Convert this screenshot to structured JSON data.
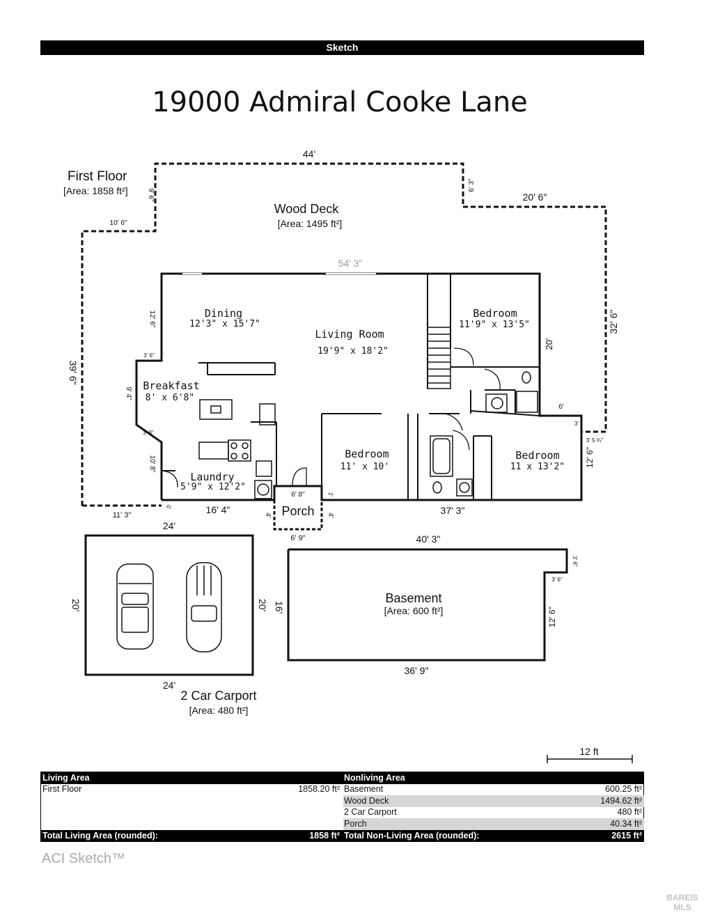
{
  "header": {
    "label": "Sketch"
  },
  "title": "19000 Admiral Cooke Lane",
  "plan": {
    "first_floor": {
      "name": "First Floor",
      "area": "[Area: 1858 ft²]"
    },
    "wood_deck": {
      "name": "Wood Deck",
      "area": "[Area: 1495 ft²]"
    },
    "basement": {
      "name": "Basement",
      "area": "[Area: 600 ft²]"
    },
    "carport": {
      "name": "2 Car Carport",
      "area": "[Area: 480 ft²]"
    },
    "rooms": {
      "dining": {
        "name": "Dining",
        "size": "12'3\" x 15'7\""
      },
      "living": {
        "name": "Living Room",
        "size": "19'9\" x 18'2\""
      },
      "bedroom1": {
        "name": "Bedroom",
        "size": "11'9\" x 13'5\""
      },
      "breakfast": {
        "name": "Breakfast",
        "size": "8' x 6'8\""
      },
      "bedroom2": {
        "name": "Bedroom",
        "size": "11' x 10'"
      },
      "bedroom3": {
        "name": "Bedroom",
        "size": "11 x 13'2\""
      },
      "laundry": {
        "name": "Laundry",
        "size": "5'9\" x 12'2\""
      },
      "porch": {
        "name": "Porch"
      }
    },
    "dims": {
      "d44": "44'",
      "d6_3": "6' 3\"",
      "d20_6": "20' 6\"",
      "d9_6": "9' 6\"",
      "d10_6": "10' 6\"",
      "d54_3": "54' 3\"",
      "d32_6": "32' 6\"",
      "d39_6": "39' 6\"",
      "d12_6a": "12' 6\"",
      "d20": "20'",
      "d3_6a": "3' 6\"",
      "d9_4": "9' 4\"",
      "d3_9": "3' 9\"",
      "d10_8": "10' 8\"",
      "d6": "6'",
      "d3a": "3'",
      "d3_5": "3' 5 ¾\"",
      "d12_6b": "12' 6\"",
      "d11_3": "11' 3\"",
      "d16_4": "16' 4\"",
      "d6_8": "6' 8\"",
      "d4a": "4'",
      "d4b": "4'",
      "d2": "2'",
      "d0": "0'",
      "d37_3": "37' 3\"",
      "d6_9": "6' 9\"",
      "d24a": "24'",
      "d24b": "24'",
      "d20a": "20'",
      "d20b": "20'",
      "d40_3": "40' 3\"",
      "d3_6b": "3' 6\"",
      "d3_6c": "3' 6\"",
      "d16": "16'",
      "d12_6c": "12' 6\"",
      "d36_9": "36' 9\""
    },
    "scale": "12 ft"
  },
  "table": {
    "living_header": "Living Area",
    "nonliving_header": "Nonliving Area",
    "living_rows": [
      {
        "label": "First Floor",
        "value": "1858.20 ft²"
      }
    ],
    "nonliving_rows": [
      {
        "label": "Basement",
        "value": "600.25 ft²"
      },
      {
        "label": "Wood Deck",
        "value": "1494.62 ft²"
      },
      {
        "label": "2 Car Carport",
        "value": "480 ft²"
      },
      {
        "label": "Porch",
        "value": "40.34 ft²"
      }
    ],
    "total_living_label": "Total Living Area (rounded):",
    "total_living_value": "1858 ft²",
    "total_nonliving_label": "Total Non-Living Area (rounded):",
    "total_nonliving_value": "2615 ft²"
  },
  "footer": {
    "brand": "ACI Sketch™",
    "watermark": "BAREIS MLS"
  }
}
